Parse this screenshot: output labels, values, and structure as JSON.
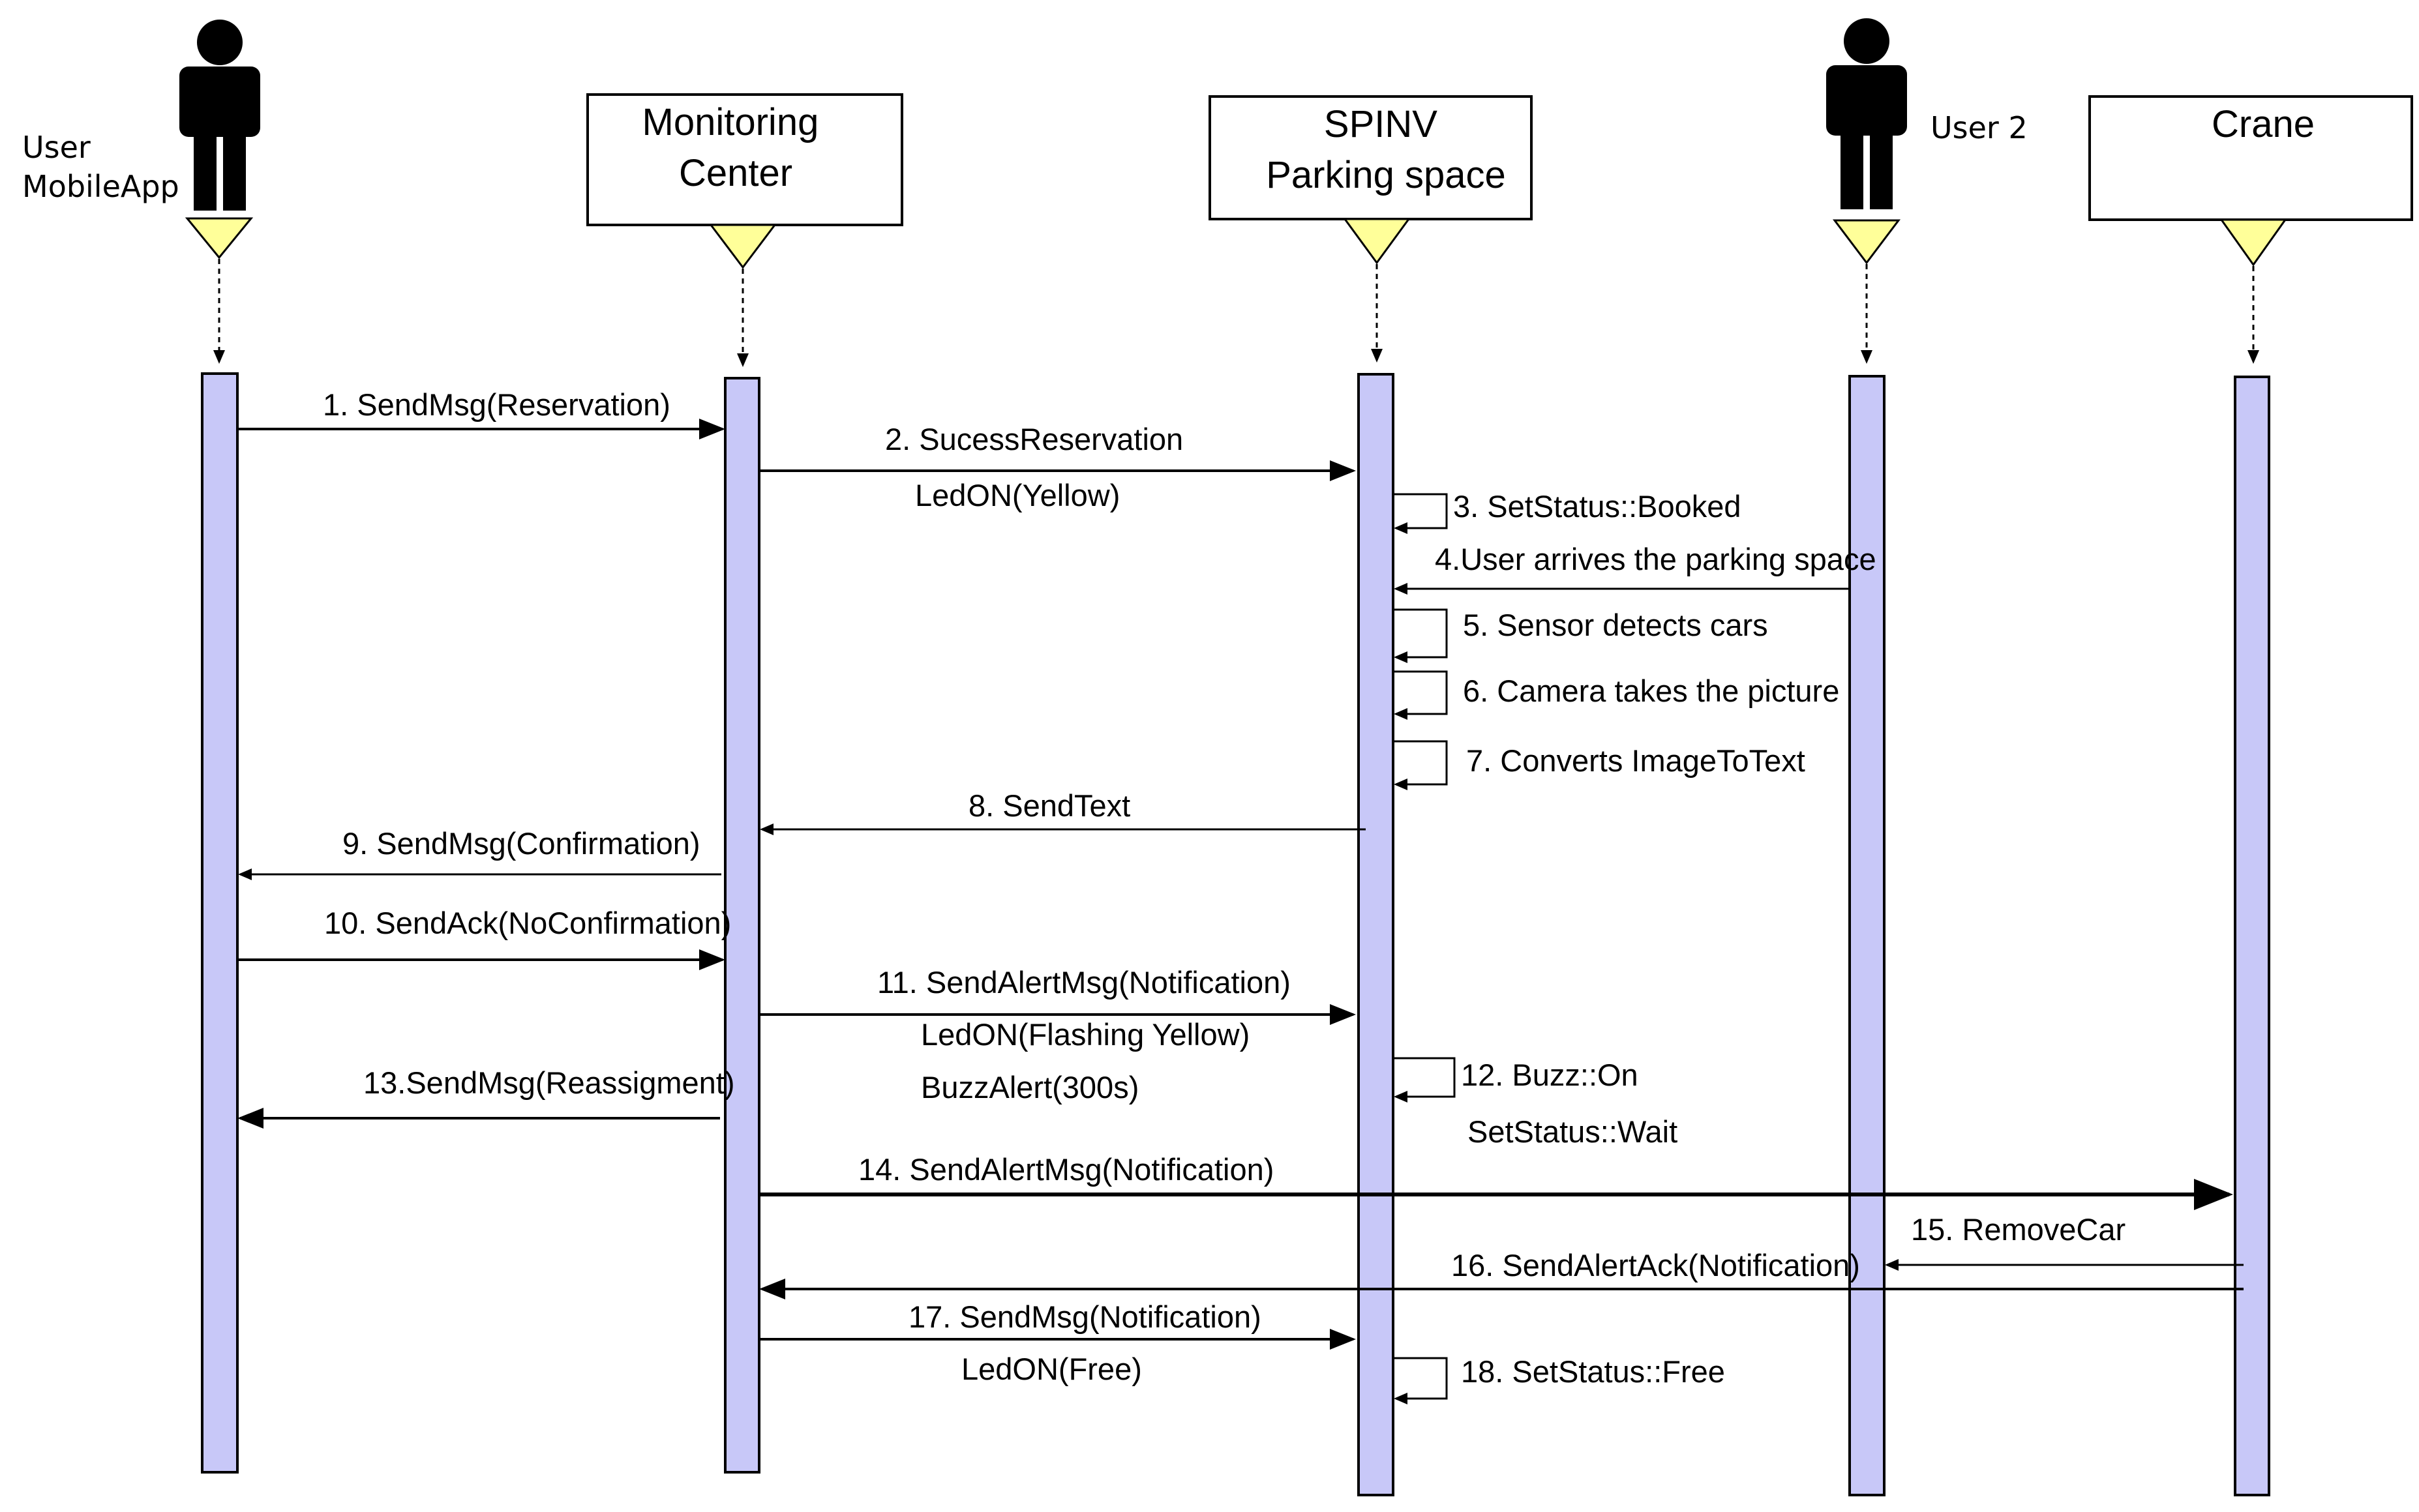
{
  "participants": [
    {
      "id": "user",
      "kind": "actor",
      "label_lines": [
        "User",
        "MobileApp"
      ]
    },
    {
      "id": "mc",
      "kind": "box",
      "label_lines": [
        "Monitoring",
        "Center"
      ]
    },
    {
      "id": "spinv",
      "kind": "box",
      "label_lines": [
        "SPINV",
        "Parking space"
      ]
    },
    {
      "id": "user2",
      "kind": "actor",
      "label_lines": [
        "User 2"
      ]
    },
    {
      "id": "crane",
      "kind": "box",
      "label_lines": [
        "Crane"
      ]
    }
  ],
  "messages": [
    {
      "id": "m1",
      "lines": [
        "1. SendMsg(Reservation)"
      ]
    },
    {
      "id": "m2",
      "lines": [
        "2. SucessReservation",
        "LedON(Yellow)"
      ]
    },
    {
      "id": "m3",
      "lines": [
        "3. SetStatus::Booked"
      ]
    },
    {
      "id": "m4",
      "lines": [
        "4.User arrives the parking space"
      ]
    },
    {
      "id": "m5",
      "lines": [
        "5. Sensor detects cars"
      ]
    },
    {
      "id": "m6",
      "lines": [
        "6. Camera takes the picture"
      ]
    },
    {
      "id": "m7",
      "lines": [
        "7. Converts ImageToText"
      ]
    },
    {
      "id": "m8",
      "lines": [
        "8. SendText"
      ]
    },
    {
      "id": "m9",
      "lines": [
        "9. SendMsg(Confirmation)"
      ]
    },
    {
      "id": "m10",
      "lines": [
        "10. SendAck(NoConfirmation)"
      ]
    },
    {
      "id": "m11",
      "lines": [
        "11. SendAlertMsg(Notification)",
        "LedON(Flashing Yellow)",
        "BuzzAlert(300s)"
      ]
    },
    {
      "id": "m12",
      "lines": [
        "12. Buzz::On",
        "SetStatus::Wait"
      ]
    },
    {
      "id": "m13",
      "lines": [
        "13.SendMsg(Reassigment)"
      ]
    },
    {
      "id": "m14",
      "lines": [
        "14. SendAlertMsg(Notification)"
      ]
    },
    {
      "id": "m15",
      "lines": [
        "15. RemoveCar"
      ]
    },
    {
      "id": "m16",
      "lines": [
        "16. SendAlertAck(Notification)"
      ]
    },
    {
      "id": "m17",
      "lines": [
        "17. SendMsg(Notification)",
        "LedON(Free)"
      ]
    },
    {
      "id": "m18",
      "lines": [
        "18. SetStatus::Free"
      ]
    }
  ],
  "colors": {
    "activation": "#c8c8f8",
    "triangle": "#ffff99"
  }
}
